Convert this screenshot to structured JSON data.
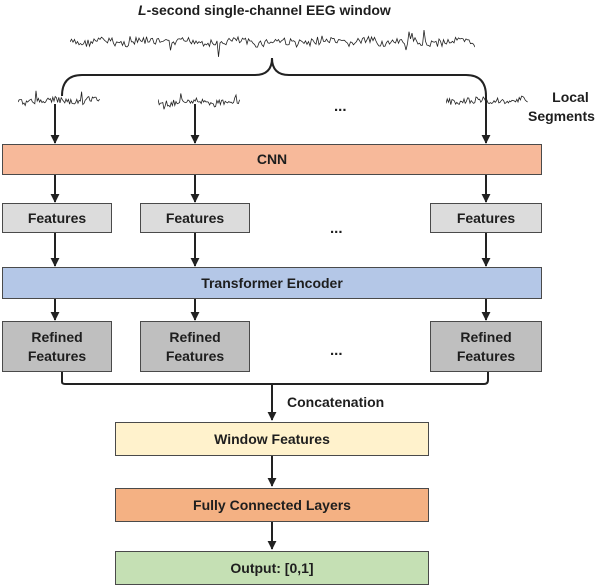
{
  "title": {
    "prefix": "L",
    "rest": "-second single-channel EEG window"
  },
  "local_segments": [
    "Local",
    "Segments"
  ],
  "ellipsis": "...",
  "cnn_label": "CNN",
  "features_label": "Features",
  "transformer_label": "Transformer Encoder",
  "refined_label": [
    "Refined",
    "Features"
  ],
  "concatenation_label": "Concatenation",
  "window_features_label": "Window Features",
  "fc_label": "Fully Connected Layers",
  "output_label": "Output: [0,1]",
  "colors": {
    "cnn": "#f7b99a",
    "transformer": "#b4c7e7",
    "features": "#dcdcdc",
    "refined": "#bfbfbf",
    "window_features": "#fff2cc",
    "fully_connected": "#f4b183",
    "output": "#c5e0b4"
  }
}
